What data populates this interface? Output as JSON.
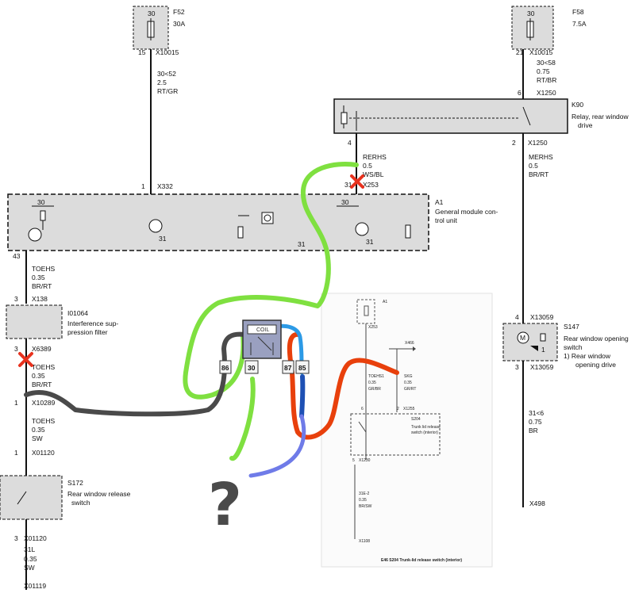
{
  "fuses": {
    "f52": {
      "id": "F52",
      "amps": "30A",
      "pin_top": "30",
      "pin": "15",
      "conn": "X10015"
    },
    "f58": {
      "id": "F58",
      "amps": "7.5A",
      "pin_top": "30",
      "pin": "21",
      "conn": "X10015"
    }
  },
  "wires": {
    "w_f52": {
      "l1": "30<52",
      "l2": "2.5",
      "l3": "RT/GR"
    },
    "w_f58": {
      "l1": "30<58",
      "l2": "0.75",
      "l3": "RT/BR"
    },
    "rerhs": {
      "l1": "RERHS",
      "l2": "0.5",
      "l3": "WS/BL"
    },
    "merhs": {
      "l1": "MERHS",
      "l2": "0.5",
      "l3": "BR/RT"
    },
    "toehs1": {
      "l1": "TOEHS",
      "l2": "0.35",
      "l3": "BR/RT"
    },
    "toehs2": {
      "l1": "TOEHS",
      "l2": "0.35",
      "l3": "BR/RT"
    },
    "toehs3": {
      "l1": "TOEHS",
      "l2": "0.35",
      "l3": "SW"
    },
    "w31": {
      "l1": "31<6",
      "l2": "0.75",
      "l3": "BR"
    },
    "w31l": {
      "l1": "31L",
      "l2": "0.35",
      "l3": "SW"
    }
  },
  "relay_k90": {
    "id": "K90",
    "title1": "Relay, rear window",
    "title2": "drive",
    "pin_top": "6",
    "conn_top": "X1250",
    "pin_l": "4",
    "pin_r": "2",
    "conn_r": "X1250"
  },
  "module_a1": {
    "id": "A1",
    "title1": "General module con-",
    "title2": "trol unit",
    "pin_top": "1",
    "conn_top": "X332",
    "pin_r": "31",
    "conn_r": "X253",
    "pin_bl": "43",
    "g30a": "30",
    "g30b": "30",
    "g31a": "31",
    "g31b": "31",
    "g31c": "31"
  },
  "filter": {
    "id": "I01064",
    "title1": "Interference sup-",
    "title2": "pression filter",
    "pin_top": "3",
    "conn_top": "X138",
    "pin_bot": "3",
    "conn_bot": "X6389"
  },
  "switch_s147": {
    "id": "S147",
    "title1": "Rear window opening",
    "title2": "switch",
    "title3": "1) Rear window",
    "title4": "opening drive",
    "pin_top": "4",
    "conn_top": "X13059",
    "pin_bot": "3",
    "conn_bot": "X13059",
    "pin_num": "1",
    "motor": "M"
  },
  "switch_s172": {
    "id": "S172",
    "title1": "Rear window release",
    "title2": "switch",
    "pin_top": "1",
    "conn_top": "X01120",
    "pin_bot": "3",
    "conn_bot": "X01120"
  },
  "connectors": {
    "x10289_pin": "1",
    "x10289": "X10289",
    "x01120_pin": "1",
    "x01120": "X01120",
    "x01119": "X01119",
    "x498": "X498"
  },
  "relay_mod": {
    "coil": "COIL",
    "p86": "86",
    "p30": "30",
    "p87": "87",
    "p85": "85",
    "question": "?"
  },
  "inset": {
    "a1": "A1",
    "x253": "X253",
    "x466": "X466",
    "w1a": "TOEHS1",
    "w1b": "0.35",
    "w1c": "GR/BR",
    "w2a": "SKG",
    "w2b": "0.35",
    "w2c": "GR/RT",
    "p6": "6",
    "p2": "2",
    "x1255": "X1255",
    "s204": "S204",
    "s204d1": "Trunk lid release",
    "s204d2": "switch (interior)",
    "p5": "5",
    "x1230": "X1230",
    "w3a": "31E-2",
    "w3b": "0.35",
    "w3c": "BR/SW",
    "x1108": "X1108",
    "caption": "E46 S204 Trunk-lid release switch (interior)"
  },
  "colors": {
    "green": "#7FE040",
    "gray": "#4A4A4A",
    "red_orange": "#E8400C",
    "blue": "#1E50B4",
    "light_blue": "#2C9AE6",
    "slate_blue": "#6F7BE8",
    "x_red": "#E8321E",
    "relay_box": "#9AA0C0"
  }
}
